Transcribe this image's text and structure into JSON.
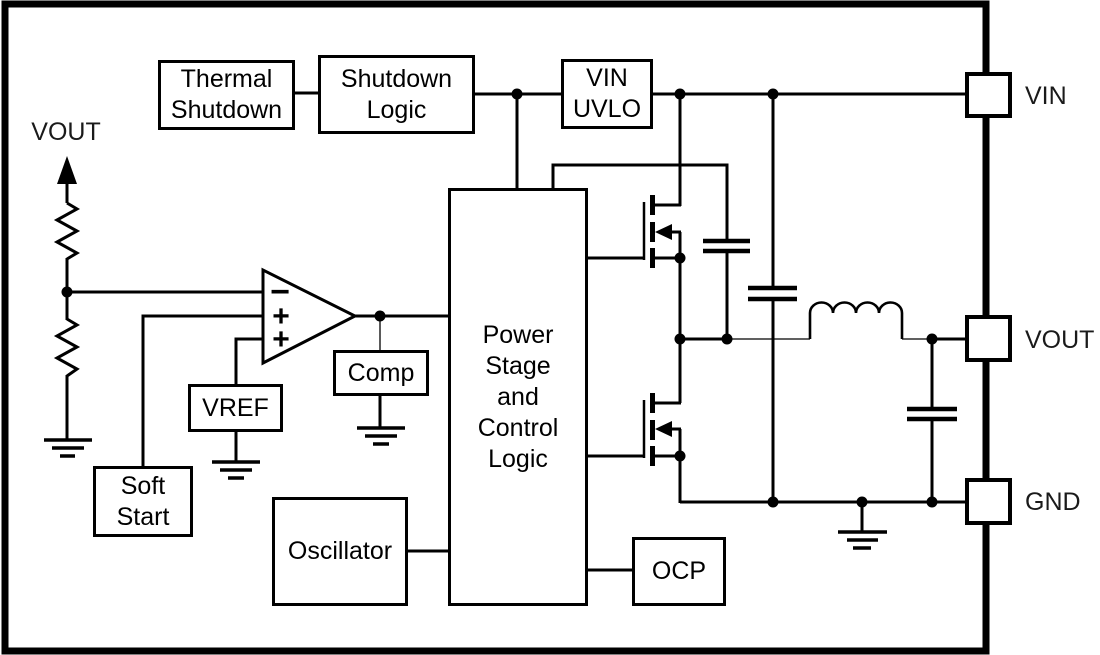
{
  "diagram_type": "power-converter functional block diagram",
  "colors": {
    "ink": "#000000",
    "background": "#ffffff"
  },
  "blocks": {
    "thermal_shutdown": {
      "label": "Thermal\nShutdown"
    },
    "shutdown_logic": {
      "label": "Shutdown\nLogic"
    },
    "vin_uvlo": {
      "label": "VIN\nUVLO"
    },
    "power_stage": {
      "label": "Power\nStage\nand\nControl\nLogic"
    },
    "comp": {
      "label": "Comp"
    },
    "vref": {
      "label": "VREF"
    },
    "soft_start": {
      "label": "Soft\nStart"
    },
    "oscillator": {
      "label": "Oscillator"
    },
    "ocp": {
      "label": "OCP"
    }
  },
  "pins": {
    "vin": {
      "label": "VIN"
    },
    "vout": {
      "label": "VOUT"
    },
    "gnd": {
      "label": "GND"
    }
  },
  "nets": {
    "vout_feedback": {
      "label": "VOUT"
    }
  },
  "error_amplifier": {
    "inverting_input_symbol": "−",
    "noninverting_input_1_symbol": "+",
    "noninverting_input_2_symbol": "+"
  },
  "symbols": [
    "high-side-nmos",
    "low-side-nmos",
    "inductor",
    "bootstrap-capacitor",
    "input-capacitor",
    "output-capacitor",
    "feedback-resistor-divider",
    "ground-earth",
    "up-arrow-vout",
    "junction-dot"
  ]
}
